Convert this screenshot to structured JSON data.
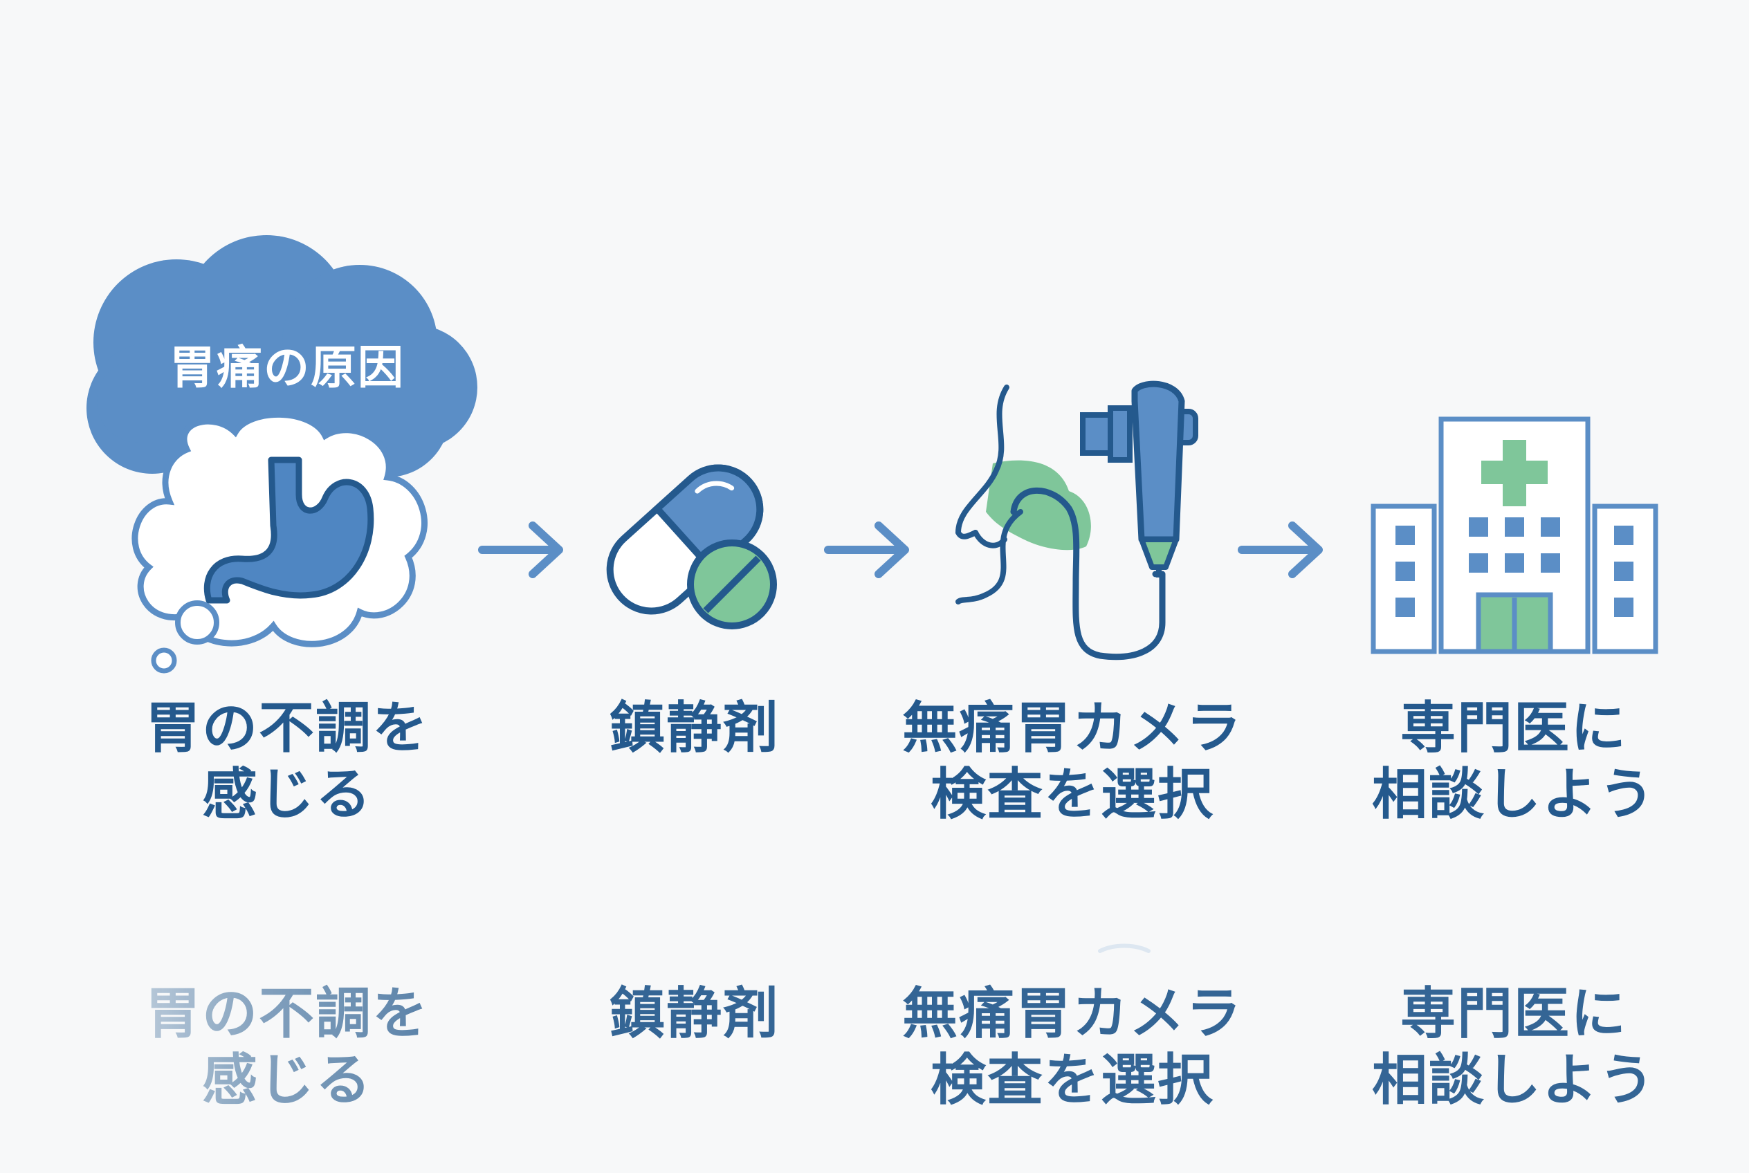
{
  "cloud": {
    "title": "胃痛の原因"
  },
  "steps": [
    {
      "icon": "stomach-icon",
      "line1": "胃の不調を",
      "line2": "感じる"
    },
    {
      "icon": "pill-capsule-icon",
      "line1": "鎮静剤",
      "line2": ""
    },
    {
      "icon": "nasal-endoscope-icon",
      "line1": "無痛胃カメラ",
      "line2": "検査を選択"
    },
    {
      "icon": "hospital-icon",
      "line1": "専門医に",
      "line2": "相談しよう"
    }
  ],
  "colors": {
    "primary": "#24598d",
    "fill_blue": "#5b8ec6",
    "accent_green": "#7fc69a",
    "arrow": "#5b8ec6",
    "background": "#f7f8f9"
  }
}
